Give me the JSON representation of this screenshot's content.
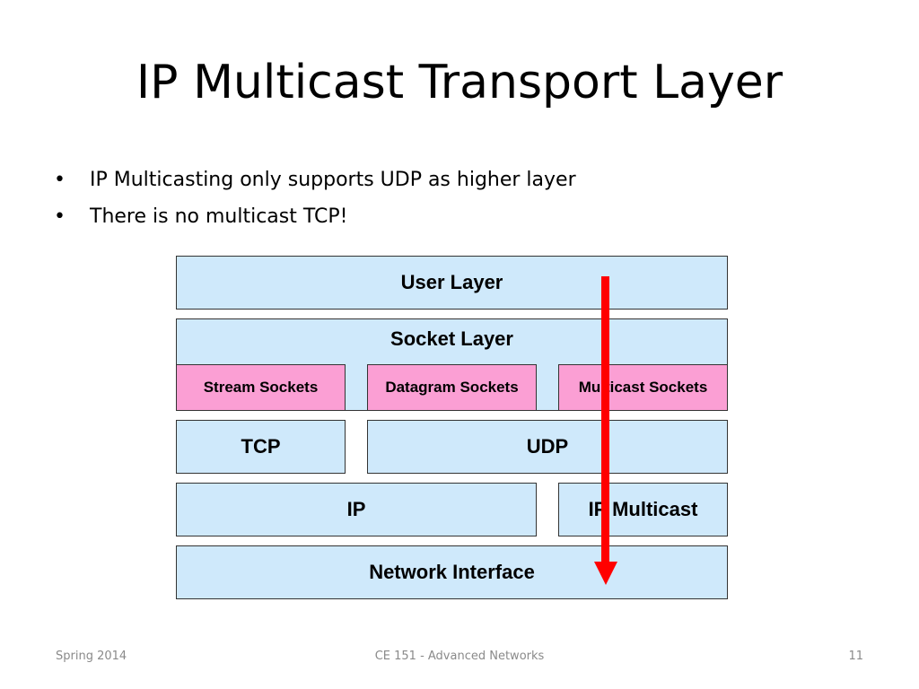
{
  "slide": {
    "title": "IP Multicast Transport Layer",
    "bullets": [
      "IP Multicasting only supports UDP as higher layer",
      "There is no multicast TCP!"
    ]
  },
  "diagram": {
    "user_layer": "User Layer",
    "socket_layer": "Socket Layer",
    "stream_sockets": "Stream Sockets",
    "datagram_sockets": "Datagram Sockets",
    "multicast_sockets": "Multicast Sockets",
    "tcp": "TCP",
    "udp": "UDP",
    "ip": "IP",
    "ip_multicast": "IP Multicast",
    "network_interface": "Network Interface",
    "colors": {
      "layer_fill": "#cfe9fb",
      "socket_fill": "#fb9fd4",
      "arrow": "#ff0000"
    }
  },
  "footer": {
    "left": "Spring 2014",
    "center": "CE 151 - Advanced Networks",
    "right": "11"
  }
}
